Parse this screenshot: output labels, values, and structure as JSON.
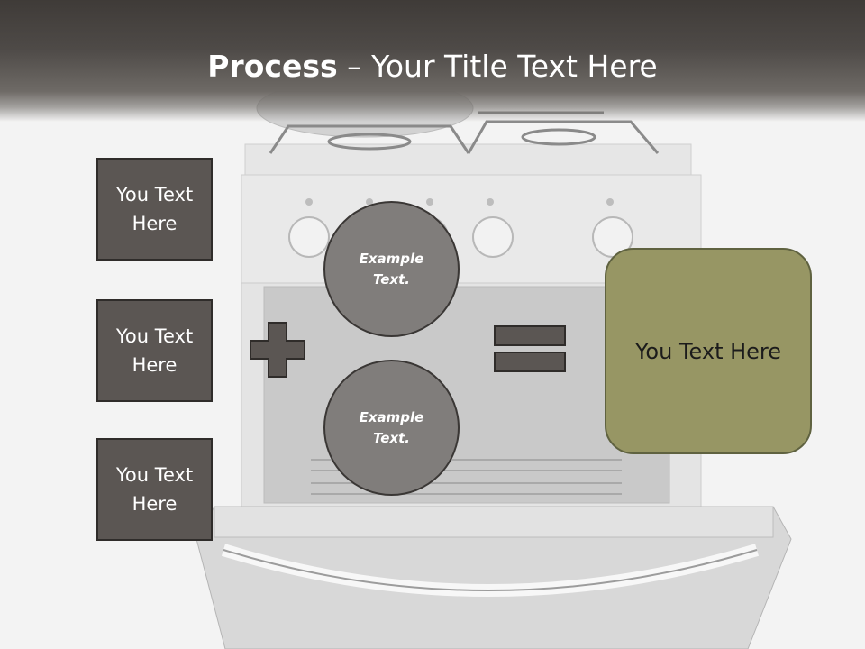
{
  "title": {
    "bold": "Process",
    "rest": " – Your Title Text Here"
  },
  "side_boxes": [
    {
      "text": "You Text Here"
    },
    {
      "text": "You Text Here"
    },
    {
      "text": "You Text Here"
    }
  ],
  "circles": [
    {
      "text": "Example Text."
    },
    {
      "text": "Example Text."
    }
  ],
  "result": {
    "text": "You Text Here"
  },
  "colors": {
    "side_box_fill": "#5b5653",
    "circle_fill": "#807d7b",
    "result_fill": "#979664",
    "title_bar": "#3f3b38"
  }
}
